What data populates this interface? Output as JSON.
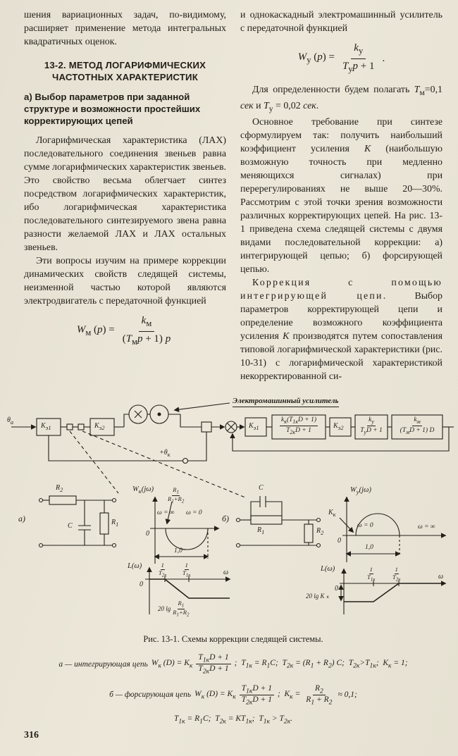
{
  "page": {
    "number": "316"
  },
  "left_col": {
    "p0": "шения вариационных задач, по-видимому, расширяет применение метода интегральных квадратичных оценок.",
    "h1": "13-2. МЕТОД ЛОГАРИФМИЧЕСКИХ ЧАСТОТНЫХ ХАРАКТЕРИСТИК",
    "h2": "а) Выбор параметров при заданной структуре и возможности простейших корректирующих цепей",
    "p1": "Логарифмическая характеристика (ЛАХ) последовательного соединения звеньев равна сумме логарифмических характеристик звеньев. Это свойство весьма облегчает синтез посредством логарифмических характеристик, ибо логарифмическая характеристика последовательного синтезируемого звена равна разности желаемой ЛАХ и ЛАХ остальных звеньев.",
    "p2": "Эти вопросы изучим на примере коррекции динамических свойств следящей системы, неизменной частью которой являются электродвигатель с передаточной функцией",
    "f_wm_lhs": "<i>W</i><sub>м</sub> (<i>p</i>) =",
    "f_wm_num": "<i>k</i><sub>м</sub>",
    "f_wm_den": "(<i>Т</i><sub>м</sub><i>p</i> + 1) <i>p</i>"
  },
  "right_col": {
    "p0": "и однокаскадный электромашинный усилитель с передаточной функцией",
    "f_wy_lhs": "<i>W</i><sub>у</sub> (<i>p</i>) =",
    "f_wy_num": "<i>k</i><sub>у</sub>",
    "f_wy_den": "<i>Т</i><sub>у</sub><i>p</i> + 1",
    "f_wy_tail": ".",
    "p1": "Для определенности будем полагать <i>Т</i><sub>м</sub>=0,1 <i>сек</i> и <i>Т</i><sub>у</sub> = 0,02 <i>сек</i>.",
    "p2": "Основное требование при синтезе сформулируем так: получить наибольший коэффициент усиления <i>К</i> (наибольшую возможную точность при медленно меняющихся сигналах) при перерегулированиях не выше 20—30%. Рассмотрим с этой точки зрения возможности различных корректирующих цепей. На рис. 13-1 приведена схема следящей системы с двумя видами последовательной коррекции: а) интегрирующей цепью; б) форсирующей цепью.",
    "p3_spaced": "Коррекция с помощью интегрирующей цепи.",
    "p3_rest": " Выбор параметров корректирующей цепи и определение возможного коэффициента усиления <i>К</i> производятся путем сопоставления типовой логарифмической характеристики (рис. 10-31) с логарифмической характеристикой некорректированной си-"
  },
  "figure": {
    "emu_label": "Электромашинный усилитель",
    "bd": {
      "theta_in": "θ<sub>а</sub>",
      "k1": "К<sub>э1</sub>",
      "k2": "К<sub>э2</sub>",
      "c1": "К<sub>э1</sub>",
      "c2_num": "k<sub>к</sub>(Т<sub>1к</sub>D + 1)",
      "c2_den": "Т<sub>2к</sub>D + 1",
      "c3": "К<sub>э2</sub>",
      "c4_num": "k<sub>у</sub>",
      "c4_den": "Т<sub>у</sub>D + 1",
      "c5_num": "k<sub>м</sub>",
      "c5_den": "(Т<sub>м</sub>D + 1) D",
      "theta_fb": "+θ<sub>к</sub>"
    },
    "circuit_a": {
      "label": "а)",
      "r2": "R<sub>2</sub>",
      "r1": "R<sub>1</sub>",
      "c": "С"
    },
    "circuit_b": {
      "label": "б)",
      "c": "С",
      "r1": "R<sub>1</sub>",
      "r2": "R<sub>2</sub>"
    },
    "plot_a": {
      "title": "W<sub>к</sub>(jω)",
      "frac_num": "R<sub>1</sub>",
      "frac_den": "R<sub>1</sub>+R<sub>2</sub>",
      "w_inf": "ω = ∞",
      "w_zero": "ω = 0",
      "zero": "0",
      "dim": "1,0"
    },
    "plot_b": {
      "title": "W<sub>у</sub>(jω)",
      "kk": "К<sub>к</sub>",
      "w_zero": "ω = 0",
      "w_inf": "ω = ∞",
      "zero": "0",
      "dim": "1,0"
    },
    "log_a": {
      "title": "L(ω)",
      "zero": "0",
      "omega": "ω",
      "t2_num": "1",
      "t2_den": "Т<sub>2к</sub>",
      "t1_num": "1",
      "t1_den": "Т<sub>1к</sub>",
      "gain_pre": "20 lg",
      "gain_num": "R<sub>1</sub>",
      "gain_den": "R<sub>1</sub>+R<sub>2</sub>"
    },
    "log_b": {
      "title": "L(ω)",
      "zero": "0",
      "omega": "ω",
      "t1_num": "1",
      "t1_den": "Т<sub>1к</sub>",
      "t2_num": "1",
      "t2_den": "Т<sub>2к</sub>",
      "gain": "20 lg К<sub>к</sub>"
    }
  },
  "caption": {
    "text": "Рис. 13-1. Схемы коррекции следящей системы.",
    "line_a": {
      "pre": "а — интегрирующая цепь",
      "lhs": "W<sub>к</sub> (D) = К<sub>к</sub>",
      "num": "Т<sub>1к</sub>D + 1",
      "den": "Т<sub>2к</sub>D + 1",
      "post": ";&nbsp;&nbsp;Т<sub>1к</sub> = R<sub>1</sub>С;&nbsp;&nbsp;Т<sub>2к</sub> = (R<sub>1</sub> + R<sub>2</sub>) С;&nbsp;&nbsp;Т<sub>2к</sub>&gt;Т<sub>1к</sub>;&nbsp;&nbsp;К<sub>к</sub> = 1;"
    },
    "line_b": {
      "pre": "б — форсирующая цепь",
      "lhs": "W<sub>к</sub> (D) = К<sub>к</sub>",
      "num": "Т<sub>1к</sub>D + 1",
      "den": "Т<sub>2к</sub>D + 1",
      "mid": ";&nbsp;&nbsp;К<sub>к</sub> =",
      "num2": "R<sub>2</sub>",
      "den2": "R<sub>1</sub> + R<sub>2</sub>",
      "post": "≈ 0,1;"
    },
    "line_c": "Т<sub>1к</sub> = R<sub>1</sub>С;&nbsp;&nbsp;Т<sub>2к</sub> = КТ<sub>1к</sub>;&nbsp;&nbsp;Т<sub>1к</sub> &gt; Т<sub>2к</sub>."
  }
}
